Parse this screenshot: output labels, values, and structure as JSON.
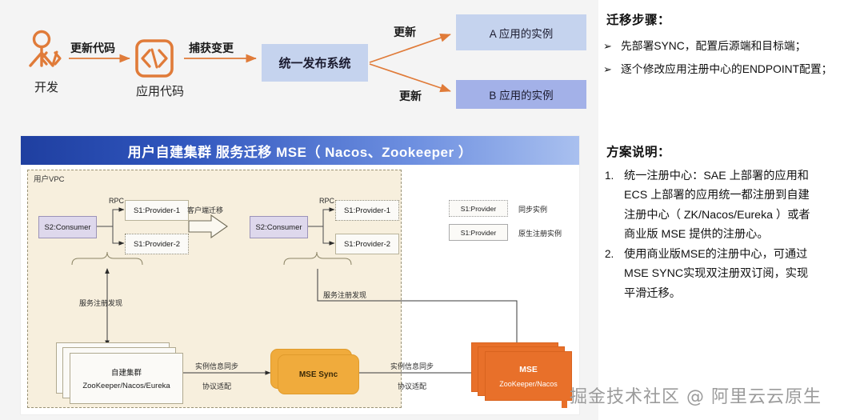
{
  "top_flow": {
    "actor_label": "开发",
    "actor_icon": "developer-person-code-icon",
    "code_label": "应用代码",
    "code_icon": "code-brackets-icon",
    "arrow1_label": "更新代码",
    "arrow2_label": "捕获变更",
    "unified_system": "统一发布系统",
    "arrow3_label": "更新",
    "arrow4_label": "更新",
    "app_a": "A 应用的实例",
    "app_b": "B 应用的实例",
    "colors": {
      "arrow": "#e07b39",
      "box_light_blue": "#c5d3ee",
      "box_blue": "#a3b1e8"
    }
  },
  "right_panel": {
    "section1_title": "迁移步骤：",
    "section1_bullets": [
      "先部署SYNC，配置后源端和目标端；",
      "逐个修改应用注册中心的ENDPOINT配置；"
    ],
    "bullet_marker": "➢",
    "section2_title": "方案说明：",
    "section2_items": [
      {
        "num": "1.",
        "lines": [
          "统一注册中心：SAE 上部署的应用和",
          "ECS 上部署的应用统一都注册到自建",
          "注册中心（ ZK/Nacos/Eureka ）或者",
          "商业版 MSE 提供的注册心。"
        ]
      },
      {
        "num": "2.",
        "lines": [
          "使用商业版MSE的注册中心，可通过",
          "MSE  SYNC实现双注册双订阅，实现",
          "平滑迁移。"
        ]
      }
    ]
  },
  "lower_diagram": {
    "title": "用户自建集群  服务迁移 MSE（ Nacos、Zookeeper ）",
    "vpc_label": "用户VPC",
    "group_left": {
      "consumer": "S2:Consumer",
      "rpc_label": "RPC",
      "provider1": "S1:Provider-1",
      "provider2": "S1:Provider-2",
      "discovery_label": "服务注册发现"
    },
    "migration_arrow_label": "客户端迁移",
    "group_right": {
      "consumer": "S2:Consumer",
      "rpc_label": "RPC",
      "provider1": "S1:Provider-1",
      "provider2": "S1:Provider-2",
      "discovery_label": "服务注册发现"
    },
    "legend": [
      {
        "box": "S1:Provider",
        "text": "同步实例",
        "style": "dashed"
      },
      {
        "box": "S1:Provider",
        "text": "原生注册实例",
        "style": "solid"
      }
    ],
    "self_cluster": {
      "title": "自建集群",
      "subtitle": "ZooKeeper/Nacos/Eureka"
    },
    "mse_sync": {
      "label": "MSE Sync"
    },
    "mse": {
      "title": "MSE",
      "subtitle": "ZooKeeper/Nacos"
    },
    "sync_labels_left": {
      "top": "实例信息同步",
      "bottom": "协议适配"
    },
    "sync_labels_right": {
      "top": "实例信息同步",
      "bottom": "协议适配"
    },
    "colors": {
      "title_bar_dark": "#1f3fa0",
      "title_bar_light": "#a9c0ef",
      "vpc_bg": "#f7efdd",
      "consumer": "#ded8ec",
      "mse_sync": "#f0ab3c",
      "mse": "#e8702a"
    }
  },
  "watermark": {
    "text": "掘金技术社区 @ 阿里云云原生",
    "accent": "#e8702a"
  }
}
